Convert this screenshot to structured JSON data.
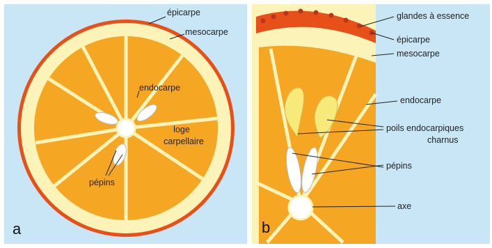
{
  "panel_a": {
    "letter": "a",
    "labels": {
      "epicarp": "épicarpe",
      "mesocarp": "mesocarpe",
      "endocarp": "endocarpe",
      "loge_line1": "loge",
      "loge_line2": "carpellaire",
      "seeds": "pépins"
    }
  },
  "panel_b": {
    "letter": "b",
    "labels": {
      "oil_glands": "glandes à essence",
      "epicarp": "épicarpe",
      "mesocarp": "mesocarpe",
      "endocarp": "endocarpe",
      "hairs_line1": "poils endocarpiques",
      "hairs_line2": "charnus",
      "seeds": "pépins",
      "axis": "axe"
    }
  },
  "colors": {
    "panel_bg": "#c8e6f5",
    "peel_outer": "#e8501a",
    "mesocarp": "#fbf3b8",
    "segment": "#f5a623",
    "juice_hair": "#f7ea7a",
    "seed": "#ffffff"
  }
}
